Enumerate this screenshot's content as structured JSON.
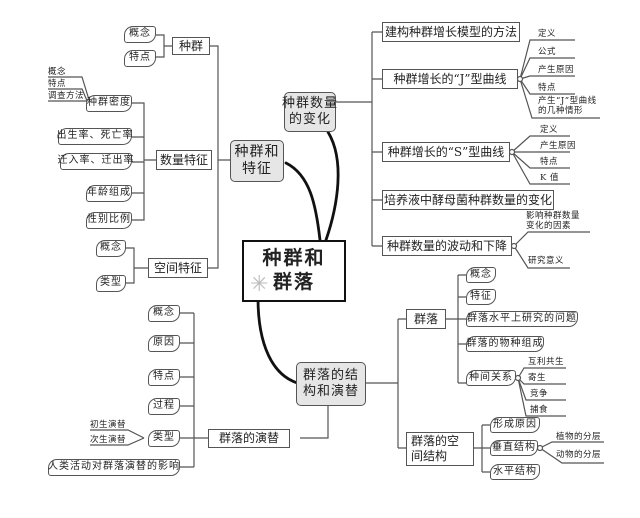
{
  "center": {
    "line1": "种群和",
    "line2": "群落"
  },
  "left_top": {
    "main": {
      "line1": "种群和",
      "line2": "特征"
    },
    "zhongqun": {
      "label": "种群",
      "children": [
        "概念",
        "特点"
      ]
    },
    "shuliang": {
      "label": "数量特征",
      "midu": {
        "label": "种群密度",
        "children": [
          "概念",
          "特点",
          "调查方法"
        ]
      },
      "children": [
        "出生率、死亡率",
        "迁入率、迁出率",
        "年龄组成",
        "性别比例"
      ]
    },
    "kongjian": {
      "label": "空间特征",
      "children": [
        "概念",
        "类型"
      ]
    }
  },
  "right_top": {
    "main": {
      "line1": "种群数量",
      "line2": "的变化"
    },
    "items": [
      {
        "label": "建构种群增长模型的方法"
      },
      {
        "label": "种群增长的“J”型曲线",
        "children": [
          "定义",
          "公式",
          "产生原因",
          "特点",
          "产生“J”型曲线",
          "的几种情形"
        ]
      },
      {
        "label": "种群增长的“S”型曲线",
        "children": [
          "定义",
          "产生原因",
          "特点",
          "K 值"
        ]
      },
      {
        "label": "培养液中酵母菌种群数量的变化"
      },
      {
        "label": "种群数量的波动和下降",
        "children": [
          "影响种群数量",
          "变化的因素",
          "研究意义"
        ]
      }
    ]
  },
  "bottom": {
    "main": {
      "line1": "群落的结",
      "line2": "构和演替"
    },
    "yanti": {
      "label": "群落的演替",
      "children": [
        "概念",
        "原因",
        "特点",
        "过程",
        "类型",
        "人类活动对群落演替的影响"
      ],
      "types": [
        "初生演替",
        "次生演替"
      ]
    },
    "qunluo": {
      "label": "群落",
      "children": [
        "概念",
        "特征",
        "群落水平上研究的问题",
        "群落的物种组成",
        "种间关系"
      ],
      "relations": [
        "互利共生",
        "寄生",
        "竞争",
        "捕食"
      ]
    },
    "kongjian": {
      "line1": "群落的空",
      "line2": "间结构",
      "children": [
        "形成原因",
        "垂直结构",
        "水平结构"
      ],
      "vertical": [
        "植物的分层",
        "动物的分层"
      ]
    }
  }
}
